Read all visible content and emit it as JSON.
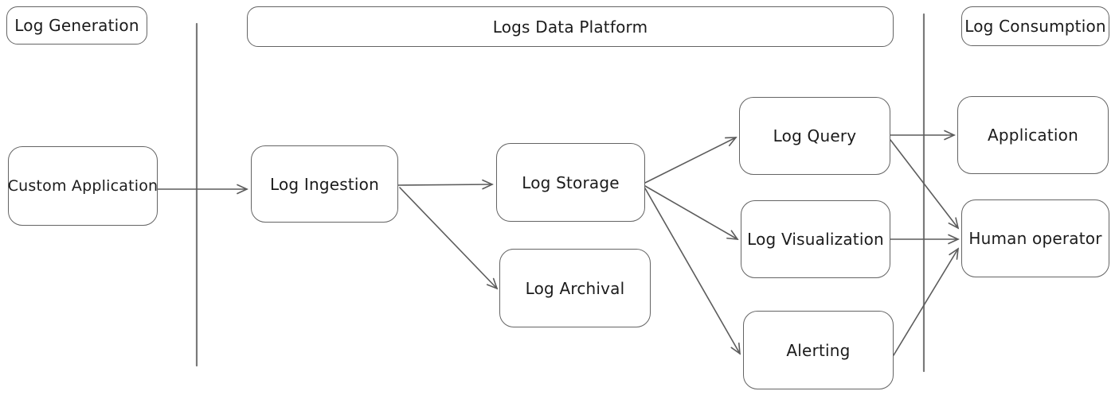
{
  "sections": [
    {
      "label": "Log Generation"
    },
    {
      "label": "Logs Data Platform"
    },
    {
      "label": "Log Consumption"
    }
  ],
  "nodes": [
    {
      "id": "custom-application",
      "label": "Custom Application"
    },
    {
      "id": "log-ingestion",
      "label": "Log Ingestion"
    },
    {
      "id": "log-storage",
      "label": "Log Storage"
    },
    {
      "id": "log-archival",
      "label": "Log Archival"
    },
    {
      "id": "log-query",
      "label": "Log Query"
    },
    {
      "id": "log-visualization",
      "label": "Log Visualization"
    },
    {
      "id": "alerting",
      "label": "Alerting"
    },
    {
      "id": "application",
      "label": "Application"
    },
    {
      "id": "human-operator",
      "label": "Human operator"
    }
  ],
  "edges": [
    {
      "from": "custom-application",
      "to": "log-ingestion"
    },
    {
      "from": "log-ingestion",
      "to": "log-storage"
    },
    {
      "from": "log-ingestion",
      "to": "log-archival"
    },
    {
      "from": "log-storage",
      "to": "log-query"
    },
    {
      "from": "log-storage",
      "to": "log-visualization"
    },
    {
      "from": "log-storage",
      "to": "alerting"
    },
    {
      "from": "log-query",
      "to": "application"
    },
    {
      "from": "log-query",
      "to": "human-operator"
    },
    {
      "from": "log-visualization",
      "to": "human-operator"
    },
    {
      "from": "alerting",
      "to": "human-operator"
    }
  ],
  "colors": {
    "background": "#ffffff",
    "text": "#1b1b1b",
    "shape_stroke": "#646464",
    "arrow_stroke": "#5c5c5c",
    "divider_stroke": "#7a7a7a"
  }
}
